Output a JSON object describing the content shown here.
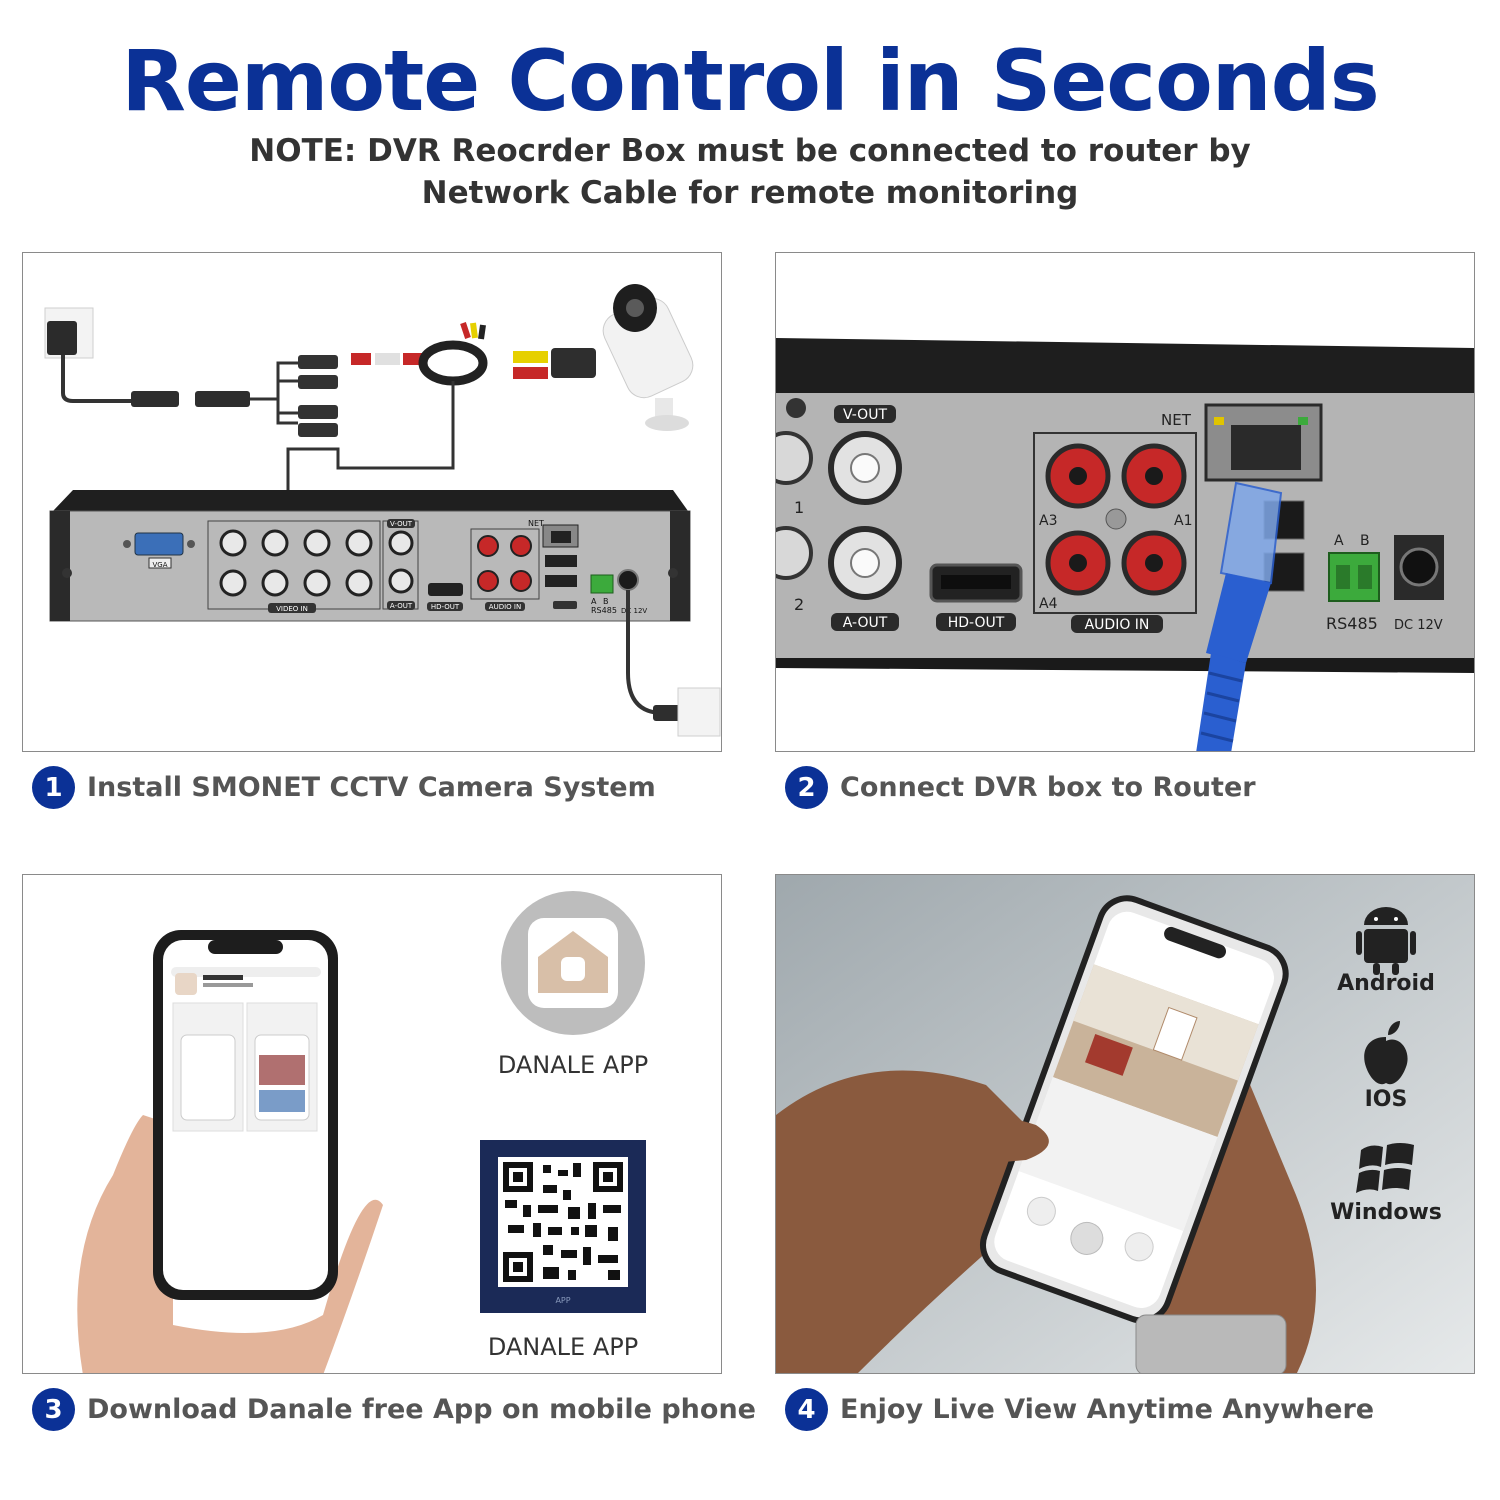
{
  "header": {
    "title": "Remote Control in Seconds",
    "note_line1": "NOTE: DVR Reocrder Box must be connected to router by",
    "note_line2": "Network Cable for remote monitoring"
  },
  "steps": [
    {
      "number": "1",
      "text": "Install SMONET CCTV Camera System"
    },
    {
      "number": "2",
      "text": "Connect DVR box to Router"
    },
    {
      "number": "3",
      "text": "Download Danale free App on mobile phone"
    },
    {
      "number": "4",
      "text": "Enjoy Live View Anytime Anywhere"
    }
  ],
  "panel1": {
    "labels": {
      "vga": "VGA",
      "video_in": "VIDEO IN",
      "v_out": "V-OUT",
      "a_out": "A-OUT",
      "hd_out": "HD-OUT",
      "audio_in": "AUDIO IN",
      "net": "NET",
      "rs485": "RS485",
      "dc12v": "DC 12V",
      "a": "A",
      "b": "B"
    }
  },
  "panel2": {
    "labels": {
      "v_out": "V-OUT",
      "a_out": "A-OUT",
      "hd_out": "HD-OUT",
      "audio_in": "AUDIO IN",
      "net": "NET",
      "rs485": "RS485",
      "dc12v": "DC 12V",
      "a3": "A3",
      "a1": "A1",
      "a4": "A4",
      "a": "A",
      "b": "B",
      "ch1": "1",
      "ch2": "2"
    }
  },
  "panel3": {
    "app_label_top": "DANALE APP",
    "app_label_bottom": "DANALE APP",
    "qr_caption": "APP"
  },
  "panel4": {
    "platforms": [
      "Android",
      "IOS",
      "Windows"
    ]
  },
  "colors": {
    "brand_blue": "#0b3196",
    "step_text": "#555555",
    "dvr_body": "#2a2a2a",
    "dvr_panel": "#b9b9b9",
    "cable_blue": "#2a5fd0"
  }
}
